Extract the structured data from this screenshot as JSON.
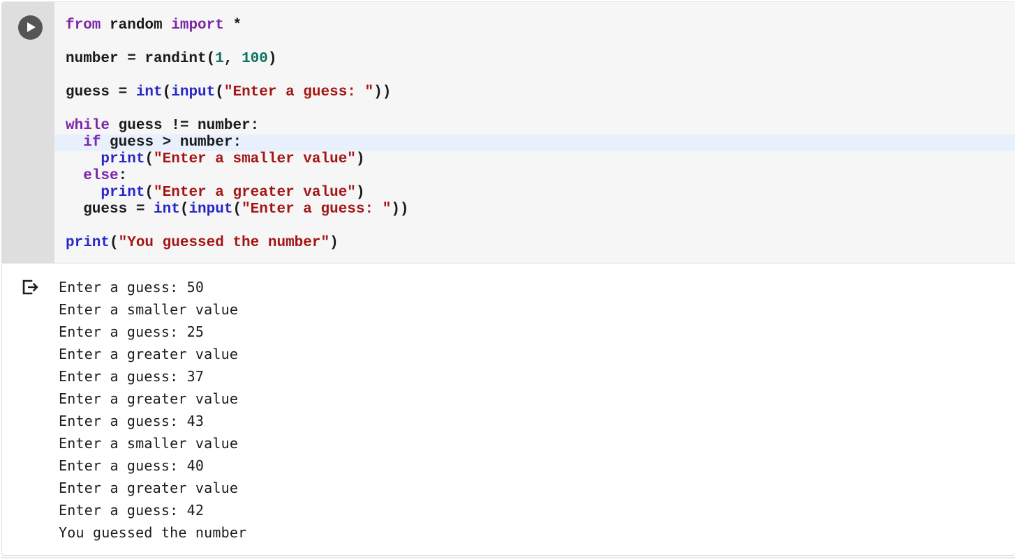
{
  "editor": {
    "gutter": {
      "run_button_label": "Run",
      "run_icon": "play-triangle-icon"
    },
    "highlighted_line_index": 5,
    "code_lines": [
      {
        "index": 0,
        "indent": 0,
        "text": "from random import *",
        "tokens": [
          {
            "t": "from",
            "c": "kw"
          },
          {
            "t": " random ",
            "c": "plain"
          },
          {
            "t": "import",
            "c": "kw"
          },
          {
            "t": " *",
            "c": "plain"
          }
        ]
      },
      {
        "index": 1,
        "indent": 0,
        "text": "",
        "tokens": []
      },
      {
        "index": 2,
        "indent": 0,
        "text": "number = randint(1, 100)",
        "tokens": [
          {
            "t": "number = randint(",
            "c": "plain"
          },
          {
            "t": "1",
            "c": "num"
          },
          {
            "t": ", ",
            "c": "plain"
          },
          {
            "t": "100",
            "c": "num"
          },
          {
            "t": ")",
            "c": "plain"
          }
        ]
      },
      {
        "index": 3,
        "indent": 0,
        "text": "",
        "tokens": []
      },
      {
        "index": 4,
        "indent": 0,
        "text": "guess = int(input(\"Enter a guess: \"))",
        "tokens": [
          {
            "t": "guess = ",
            "c": "plain"
          },
          {
            "t": "int",
            "c": "fn"
          },
          {
            "t": "(",
            "c": "plain"
          },
          {
            "t": "input",
            "c": "fn"
          },
          {
            "t": "(",
            "c": "plain"
          },
          {
            "t": "\"Enter a guess: \"",
            "c": "str"
          },
          {
            "t": "))",
            "c": "plain"
          }
        ]
      },
      {
        "index": 5,
        "indent": 0,
        "text": "",
        "tokens": []
      },
      {
        "index": 6,
        "indent": 0,
        "text": "while guess != number:",
        "tokens": [
          {
            "t": "while",
            "c": "kw"
          },
          {
            "t": " guess != number:",
            "c": "plain"
          }
        ]
      },
      {
        "index": 7,
        "indent": 1,
        "text": "  if guess > number:",
        "highlighted": true,
        "tokens": [
          {
            "t": "  ",
            "c": "plain"
          },
          {
            "t": "if",
            "c": "kw"
          },
          {
            "t": " guess > number:",
            "c": "plain"
          }
        ]
      },
      {
        "index": 8,
        "indent": 2,
        "text": "    print(\"Enter a smaller value\")",
        "tokens": [
          {
            "t": "    ",
            "c": "plain"
          },
          {
            "t": "print",
            "c": "fn"
          },
          {
            "t": "(",
            "c": "plain"
          },
          {
            "t": "\"Enter a smaller value\"",
            "c": "str"
          },
          {
            "t": ")",
            "c": "plain"
          }
        ]
      },
      {
        "index": 9,
        "indent": 1,
        "text": "  else:",
        "tokens": [
          {
            "t": "  ",
            "c": "plain"
          },
          {
            "t": "else",
            "c": "kw"
          },
          {
            "t": ":",
            "c": "plain"
          }
        ]
      },
      {
        "index": 10,
        "indent": 2,
        "text": "    print(\"Enter a greater value\")",
        "tokens": [
          {
            "t": "    ",
            "c": "plain"
          },
          {
            "t": "print",
            "c": "fn"
          },
          {
            "t": "(",
            "c": "plain"
          },
          {
            "t": "\"Enter a greater value\"",
            "c": "str"
          },
          {
            "t": ")",
            "c": "plain"
          }
        ]
      },
      {
        "index": 11,
        "indent": 1,
        "text": "  guess = int(input(\"Enter a guess: \"))",
        "tokens": [
          {
            "t": "  guess = ",
            "c": "plain"
          },
          {
            "t": "int",
            "c": "fn"
          },
          {
            "t": "(",
            "c": "plain"
          },
          {
            "t": "input",
            "c": "fn"
          },
          {
            "t": "(",
            "c": "plain"
          },
          {
            "t": "\"Enter a guess: \"",
            "c": "str"
          },
          {
            "t": "))",
            "c": "plain"
          }
        ]
      },
      {
        "index": 12,
        "indent": 0,
        "text": "",
        "tokens": []
      },
      {
        "index": 13,
        "indent": 0,
        "text": "print(\"You guessed the number\")",
        "tokens": [
          {
            "t": "print",
            "c": "fn"
          },
          {
            "t": "(",
            "c": "plain"
          },
          {
            "t": "\"You guessed the number\"",
            "c": "str"
          },
          {
            "t": ")",
            "c": "plain"
          }
        ]
      }
    ]
  },
  "output": {
    "icon": "output-arrow-icon",
    "lines": [
      "Enter a guess: 50",
      "Enter a smaller value",
      "Enter a guess: 25",
      "Enter a greater value",
      "Enter a guess: 37",
      "Enter a greater value",
      "Enter a guess: 43",
      "Enter a smaller value",
      "Enter a guess: 40",
      "Enter a greater value",
      "Enter a guess: 42",
      "You guessed the number"
    ]
  },
  "colors": {
    "keyword": "#7d26a8",
    "number": "#0c7360",
    "function": "#2727c8",
    "string": "#a31515",
    "plain": "#1a1a1a",
    "code_background": "#f6f6f6",
    "gutter_background": "#dedede",
    "highlight_line": "#e8f0fd",
    "output_background": "#ffffff",
    "run_button": "#555555"
  }
}
